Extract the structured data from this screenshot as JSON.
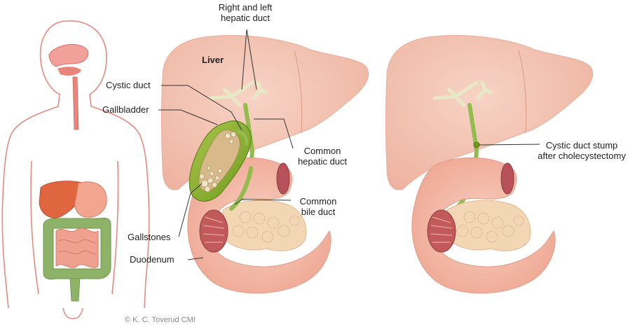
{
  "labels": {
    "right_left_hepatic_duct": [
      "Right and left",
      "hepatic duct"
    ],
    "liver": "Liver",
    "cystic_duct": "Cystic duct",
    "gallbladder": "Gallbladder",
    "common_hepatic_duct": [
      "Common",
      "hepatic duct"
    ],
    "common_bile_duct": [
      "Common",
      "bile duct"
    ],
    "gallstones": "Gallstones",
    "duodenum": "Duodenum",
    "cystic_duct_stump": [
      "Cystic duct stump",
      "after cholecystectomy"
    ]
  },
  "credit": "© K. C. Toverud CMI",
  "colors": {
    "liver": "#f4c4b4",
    "liver_edge": "#e9ad9a",
    "duct": "#93bb4e",
    "bile_duct_light": "#e7e9c6",
    "gallbladder": "#8cae2c",
    "duodenum": "#f3b9a6",
    "pancreas": "#f3d6b4",
    "body_outline": "#e58a80",
    "intestine_small": "#f0a08e",
    "colon": "#8eb368",
    "stomach": "#f2a58f",
    "esophagus": "#e9857a"
  }
}
